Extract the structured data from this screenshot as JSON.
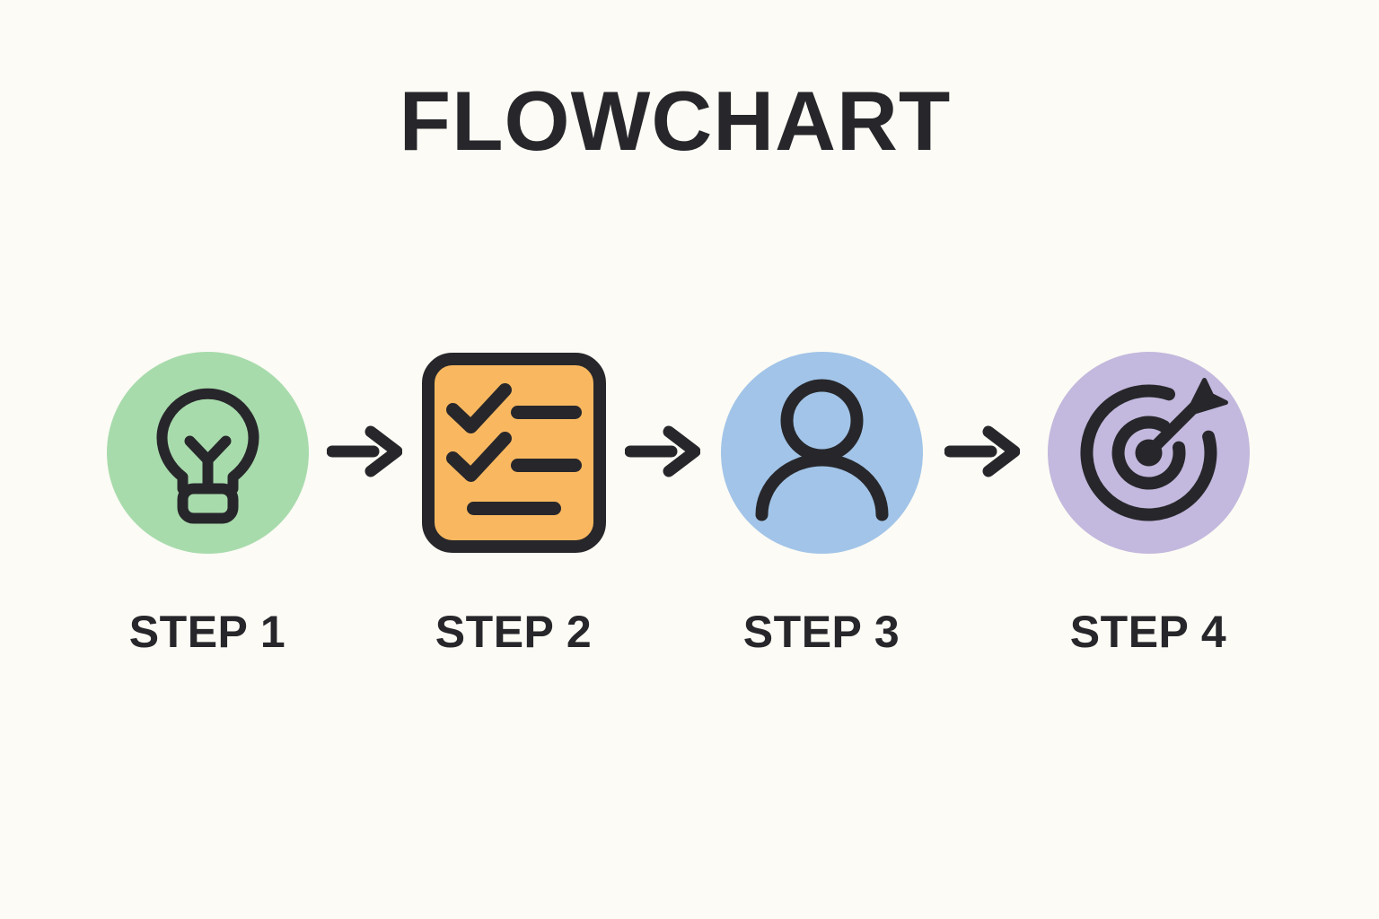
{
  "title": "FLOWCHART",
  "colors": {
    "background": "#fcfbf5",
    "ink": "#27272b",
    "step1": "#a8dbac",
    "step2": "#f9b860",
    "step3": "#a2c4e8",
    "step4": "#c3b8dd"
  },
  "steps": [
    {
      "label": "STEP 1",
      "icon": "lightbulb-icon",
      "shape": "circle"
    },
    {
      "label": "STEP 2",
      "icon": "checklist-icon",
      "shape": "rounded-square"
    },
    {
      "label": "STEP 3",
      "icon": "user-icon",
      "shape": "circle"
    },
    {
      "label": "STEP 4",
      "icon": "target-icon",
      "shape": "circle"
    }
  ],
  "connectors": [
    {
      "icon": "arrow-right-icon"
    },
    {
      "icon": "arrow-right-icon"
    },
    {
      "icon": "arrow-right-icon"
    }
  ]
}
